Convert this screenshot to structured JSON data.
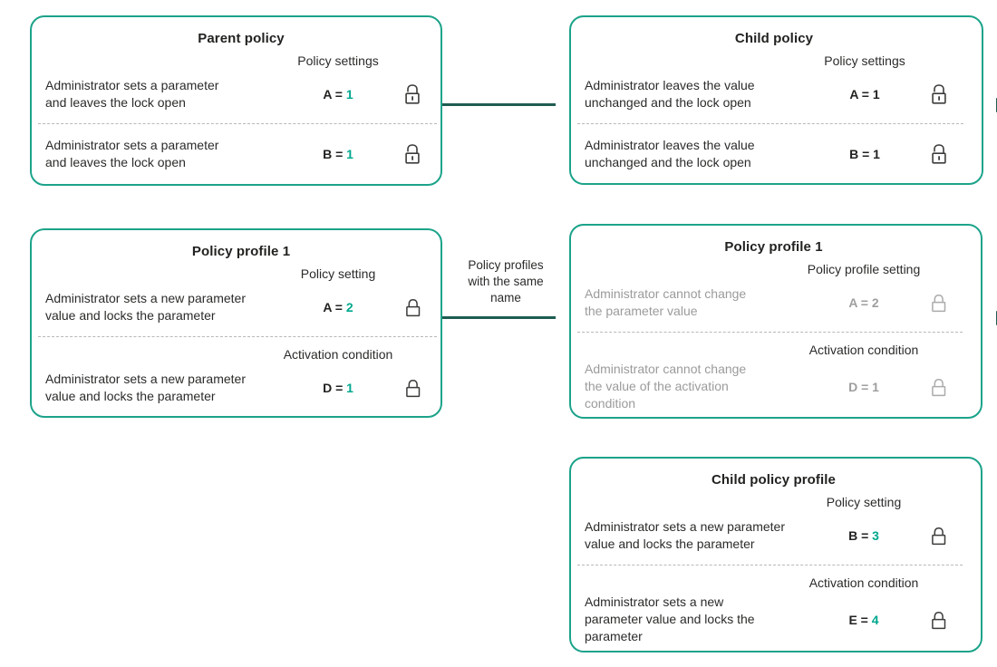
{
  "colors": {
    "box_border": "#1CA38A",
    "arrow": "#1E5C52",
    "value_accent": "#00A88E",
    "text_dark": "#2b2b29",
    "text_dimmed": "#9b9b9b",
    "divider": "#b8b8b8"
  },
  "arrows": {
    "policy_to_child": {
      "label": ""
    },
    "profile_to_child": {
      "label": "Policy profiles\nwith the same\nname"
    }
  },
  "boxes": [
    {
      "title": "Parent policy",
      "segments": [
        {
          "header": "Policy settings",
          "row": {
            "text": "Administrator sets a parameter\nand leaves the lock open",
            "value_label": "A = ",
            "value": "1",
            "value_style": "teal",
            "lock": "open",
            "dim": false
          }
        },
        {
          "row": {
            "text": "Administrator sets a parameter\nand leaves the lock open",
            "value_label": "B = ",
            "value": "1",
            "value_style": "teal",
            "lock": "open",
            "dim": false
          }
        }
      ]
    },
    {
      "title": "Child policy",
      "segments": [
        {
          "header": "Policy settings",
          "row": {
            "text": "Administrator leaves the value\nunchanged and the lock open",
            "value_label": "A = ",
            "value": "1",
            "value_style": "dark",
            "lock": "open",
            "dim": false
          }
        },
        {
          "row": {
            "text": "Administrator leaves the value\nunchanged and the lock open",
            "value_label": "B = ",
            "value": "1",
            "value_style": "dark",
            "lock": "open",
            "dim": false
          }
        }
      ]
    },
    {
      "title": "Policy profile 1",
      "segments": [
        {
          "header": "Policy setting",
          "row": {
            "text": "Administrator sets a new parameter\nvalue and locks the parameter",
            "value_label": "A = ",
            "value": "2",
            "value_style": "teal",
            "lock": "closed",
            "dim": false
          }
        },
        {
          "header": "Activation condition",
          "row": {
            "text": "Administrator sets a new parameter\nvalue and locks the parameter",
            "value_label": "D = ",
            "value": "1",
            "value_style": "teal",
            "lock": "closed",
            "dim": false
          }
        }
      ]
    },
    {
      "title": "Policy profile 1",
      "segments": [
        {
          "header": "Policy profile setting",
          "row": {
            "text": "Administrator cannot change\nthe parameter value",
            "value_label": "A = ",
            "value": "2",
            "value_style": "gray",
            "lock": "closed",
            "dim": true
          }
        },
        {
          "header": "Activation condition",
          "row": {
            "text": "Administrator cannot change\nthe value of the activation\ncondition",
            "value_label": "D = ",
            "value": "1",
            "value_style": "gray",
            "lock": "closed",
            "dim": true
          }
        }
      ]
    },
    {
      "title": "Child policy profile",
      "segments": [
        {
          "header": "Policy setting",
          "row": {
            "text": "Administrator sets a new parameter\nvalue and locks the parameter",
            "value_label": "B = ",
            "value": "3",
            "value_style": "teal",
            "lock": "closed",
            "dim": false
          }
        },
        {
          "header": "Activation condition",
          "row": {
            "text": "Administrator sets a new\nparameter value and locks the\nparameter",
            "value_label": "E = ",
            "value": "4",
            "value_style": "teal",
            "lock": "closed",
            "dim": false
          }
        }
      ]
    }
  ]
}
